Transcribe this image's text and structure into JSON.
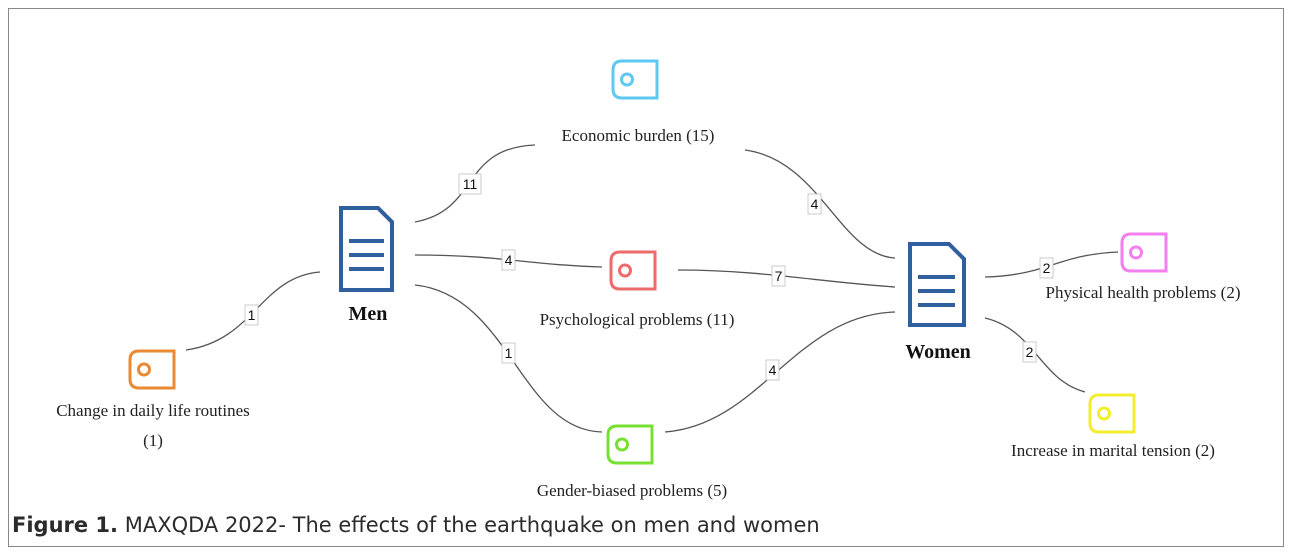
{
  "documents": {
    "men": {
      "name": "Men",
      "color": "#2f5f9e"
    },
    "women": {
      "name": "Women",
      "color": "#2f5f9e"
    }
  },
  "codes": {
    "economic": {
      "label": "Economic burden (15)",
      "color": "#5ec8f2"
    },
    "psychological": {
      "label": "Psychological problems (11)",
      "color": "#ee6b6b"
    },
    "gender": {
      "label": "Gender-biased problems (5)",
      "color": "#78e033"
    },
    "daily": {
      "label_line1": "Change in daily life routines",
      "label_line2": "(1)",
      "color": "#ea8a33"
    },
    "physical": {
      "label": "Physical health problems (2)",
      "color": "#f27ef0"
    },
    "marital": {
      "label": "Increase in marital tension  (2)",
      "color": "#f2ee2c"
    }
  },
  "edges": {
    "men_daily": "1",
    "men_economic": "11",
    "men_psychological": "4",
    "men_gender": "1",
    "women_economic": "4",
    "women_psychological": "7",
    "women_gender": "4",
    "women_physical": "2",
    "women_marital": "2"
  },
  "caption": {
    "prefix": "Figure 1.",
    "text": " MAXQDA 2022- The effects of the earthquake on men and women"
  }
}
